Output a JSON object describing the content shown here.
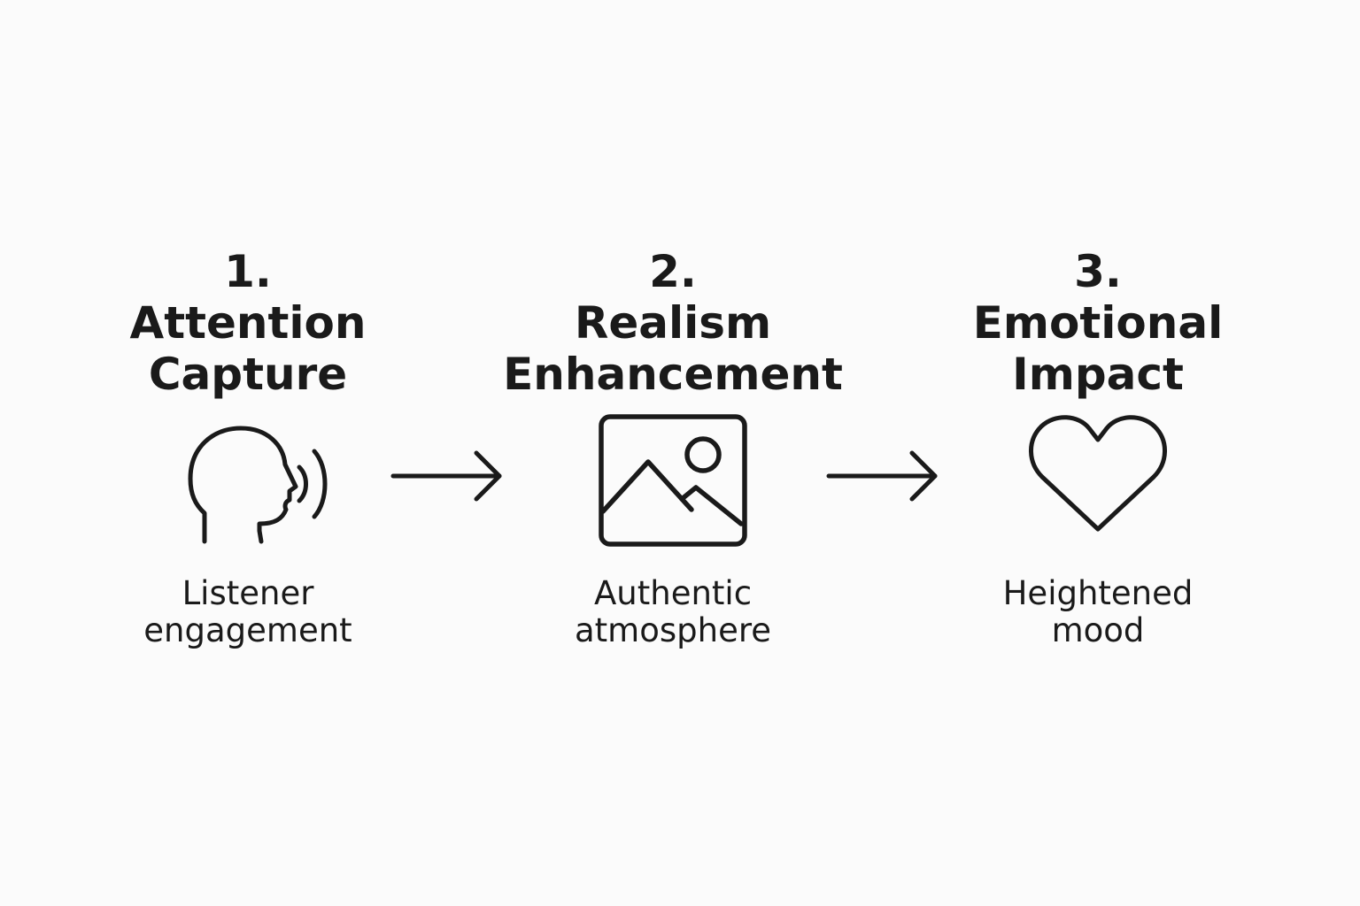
{
  "steps": [
    {
      "number": "1.",
      "title_lines": [
        "Attention",
        "Capture"
      ],
      "caption_lines": [
        "Listener",
        "engagement"
      ],
      "icon": "speaking-head-icon"
    },
    {
      "number": "2.",
      "title_lines": [
        "Realism",
        "Enhancement"
      ],
      "caption_lines": [
        "Authentic",
        "atmosphere"
      ],
      "icon": "image-icon"
    },
    {
      "number": "3.",
      "title_lines": [
        "Emotional",
        "Impact"
      ],
      "caption_lines": [
        "Heightened",
        "mood"
      ],
      "icon": "heart-icon"
    }
  ],
  "connectors": [
    "arrow-right-icon",
    "arrow-right-icon"
  ],
  "colors": {
    "background": "#fbfbfb",
    "foreground": "#1a1a1a"
  }
}
